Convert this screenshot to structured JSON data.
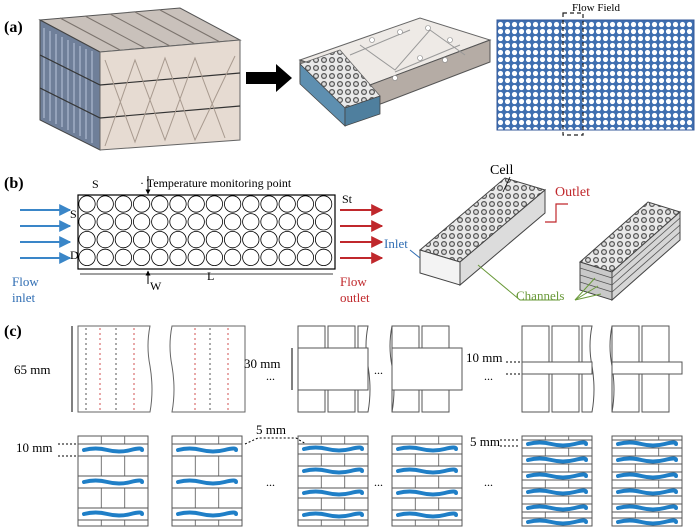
{
  "panel_a": {
    "label": "(a)",
    "flow_field": "Flow Field"
  },
  "panel_b": {
    "label": "(b)",
    "temp_point": "· Temperature monitoring point",
    "dim_S_top": "S",
    "dim_S_left": "S",
    "dim_D": "D",
    "dim_St": "St",
    "dim_L": "L",
    "dim_W": "W",
    "flow_inlet_1": "Flow",
    "flow_inlet_2": "inlet",
    "flow_outlet_1": "Flow",
    "flow_outlet_2": "outlet",
    "cell": "Cell",
    "outlet": "Outlet",
    "inlet": "Inlet",
    "channels": "Channels",
    "colors": {
      "inlet_arrow": "#3a86c8",
      "outlet_arrow": "#c0282c",
      "channels_text": "#6a9a3a",
      "inlet_text": "#2f6db3"
    }
  },
  "panel_c": {
    "label": "(c)",
    "dim_65": "65 mm",
    "dim_30": "30 mm",
    "dim_10_top": "10 mm",
    "dim_10_bottom": "10 mm",
    "dim_5_mid": "5 mm",
    "dim_5_right": "5 mm",
    "ellipsis": "...",
    "colors": {
      "channel_fill": "#1f7fc7"
    }
  }
}
